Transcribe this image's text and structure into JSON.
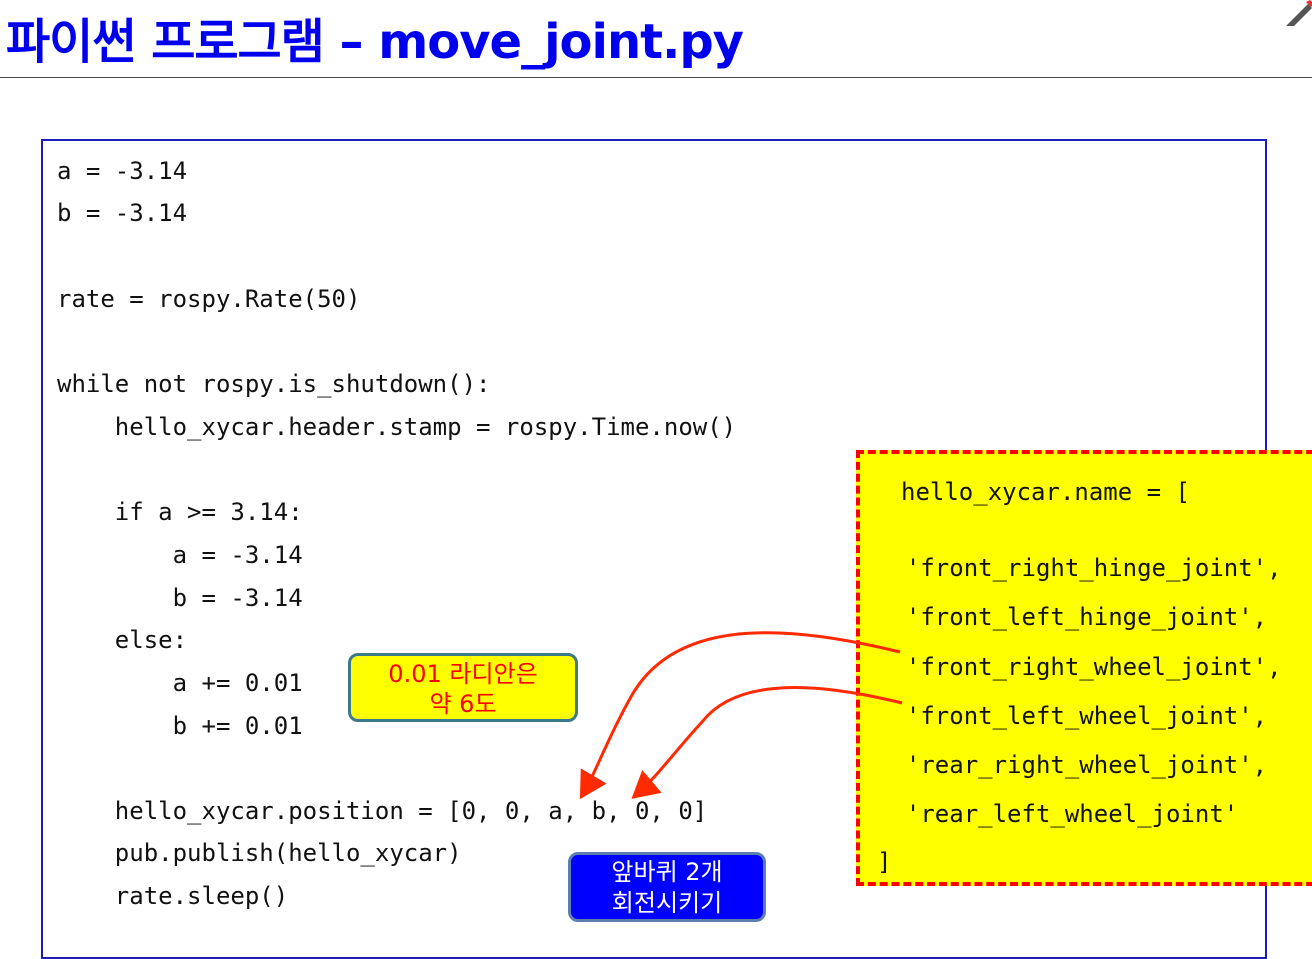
{
  "slide": {
    "title": "파이썬 프로그램 – move_joint.py"
  },
  "code": {
    "lines": [
      "a = -3.14",
      "b = -3.14",
      "rate = rospy.Rate(50)",
      "while not rospy.is_shutdown():",
      "    hello_xycar.header.stamp = rospy.Time.now()",
      "    if a >= 3.14:",
      "        a = -3.14",
      "        b = -3.14",
      "    else:",
      "        a += 0.01",
      "        b += 0.01",
      "    hello_xycar.position = [0, 0, a, b, 0, 0]",
      "    pub.publish(hello_xycar)",
      "    rate.sleep()"
    ]
  },
  "joint_names": {
    "lines": [
      "hello_xycar.name = [",
      "  'front_right_hinge_joint',",
      "  'front_left_hinge_joint',",
      "  'front_right_wheel_joint',",
      "  'front_left_wheel_joint',",
      "  'rear_right_wheel_joint',",
      "  'rear_left_wheel_joint'",
      "]"
    ]
  },
  "callouts": {
    "radian_note": [
      "0.01 라디안은",
      "약 6도"
    ],
    "front_wheels_note": [
      "앞바퀴 2개",
      "회전시키기"
    ]
  },
  "colors": {
    "title": "#0000ee",
    "code_border": "#1c1cb8",
    "highlight_fill": "#ffff00",
    "highlight_border": "#ff0000",
    "arrow": "#ff2a00",
    "blue_callout": "#0000ff"
  },
  "icons": {
    "corner": "pencil-icon"
  }
}
